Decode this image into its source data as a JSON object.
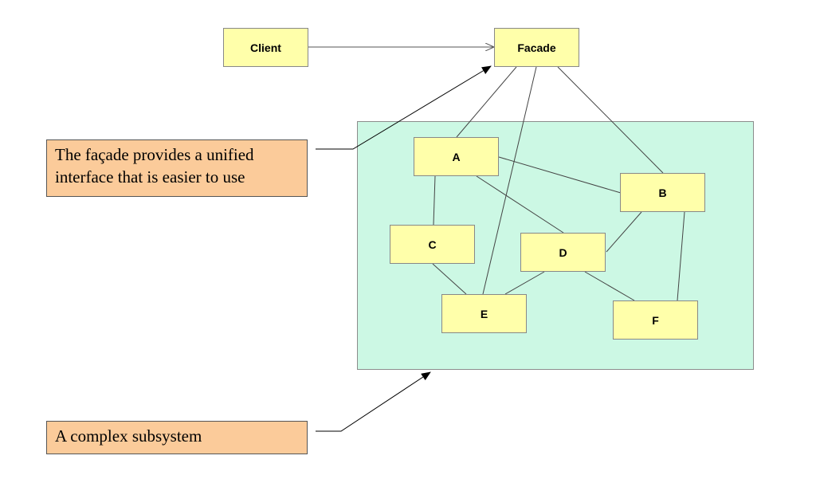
{
  "nodes": {
    "client": "Client",
    "facade": "Facade",
    "a": "A",
    "b": "B",
    "c": "C",
    "d": "D",
    "e": "E",
    "f": "F"
  },
  "callouts": {
    "facade_note": "The façade provides a unified interface that is easier to use",
    "subsystem_note": "A complex subsystem"
  },
  "colors": {
    "node_fill": "#ffffaa",
    "subsystem_fill": "#ccf8e4",
    "callout_fill": "#fbcb9a"
  }
}
